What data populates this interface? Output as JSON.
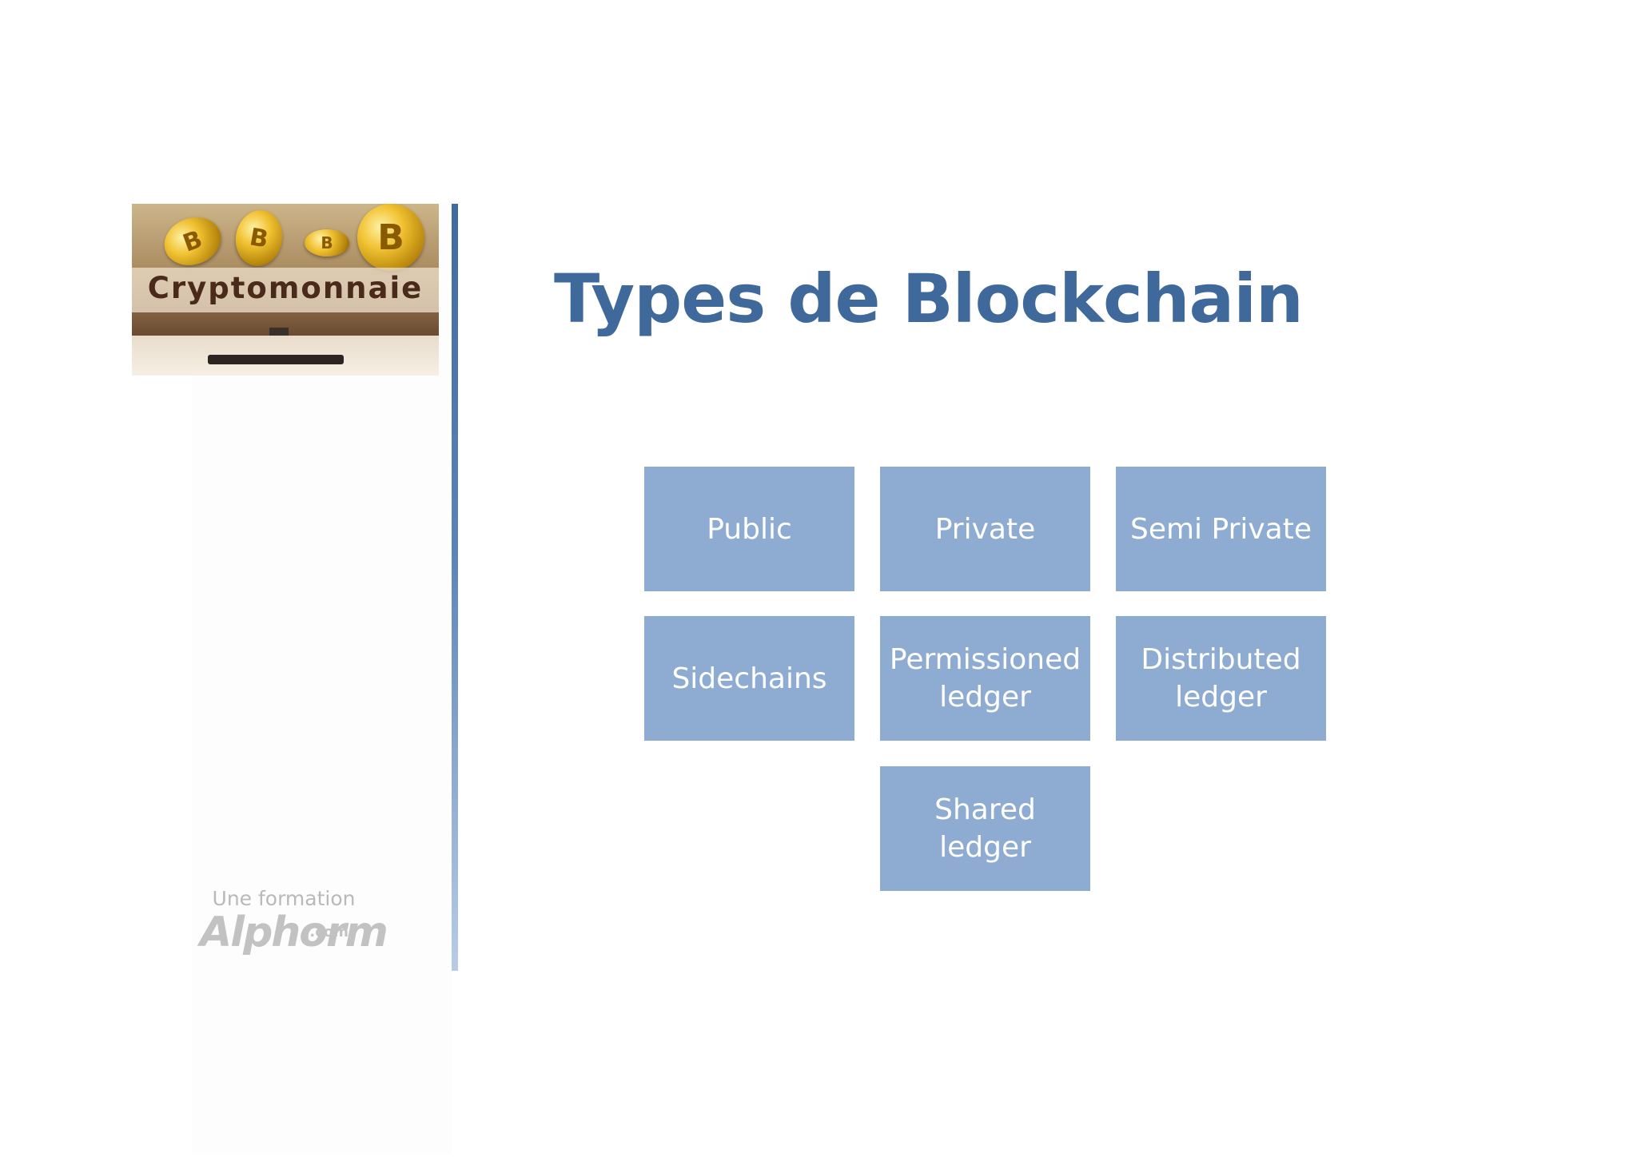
{
  "slide": {
    "title": "Types de Blockchain"
  },
  "thumbnail": {
    "caption": "Cryptomonnaie",
    "coin_letter": "B"
  },
  "tiles": [
    {
      "label": "Public"
    },
    {
      "label": "Private"
    },
    {
      "label": "Semi Private"
    },
    {
      "label": "Sidechains"
    },
    {
      "label": "Permissioned ledger"
    },
    {
      "label": "Distributed ledger"
    },
    {
      "label": "Shared ledger"
    }
  ],
  "branding": {
    "tagline": "Une formation",
    "logo": "Alphorm",
    "logo_suffix": ".com"
  },
  "colors": {
    "title": "#3f689b",
    "tile": "#8eabd1",
    "divider": "#3f6aa0"
  }
}
